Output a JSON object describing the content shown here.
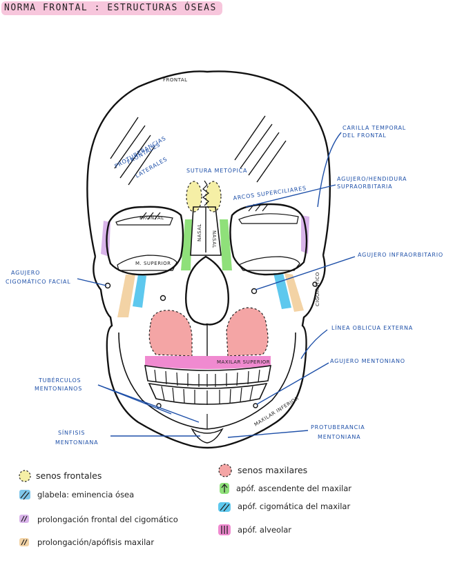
{
  "title": "NORMA FRONTAL : ESTRUCTURAS ÓSEAS",
  "labels": {
    "frontal_top": "FRONTAL",
    "protuberancias_1": "PROTUBERANCIAS",
    "protuberancias_2": "FRONTALES",
    "protuberancias_3": "LATERALES",
    "sutura_metopica": "SUTURA METÓPICA",
    "arcos_superciliares": "ARCOS SUPERCILIARES",
    "carilla_1": "CARILLA TEMPORAL",
    "carilla_2": "DEL FRONTAL",
    "agujero_supra_1": "AGUJERO/HENDIDURA",
    "agujero_supra_2": "SUPRAORBITARIA",
    "agujero_infra": "AGUJERO INFRAORBITARIO",
    "agujero_cigo_1": "AGUJERO",
    "agujero_cigo_2": "CIGOMÁTICO FACIAL",
    "linea_oblicua": "LÍNEA OBLICUA EXTERNA",
    "agujero_mentoniano": "AGUJERO MENTONIANO",
    "tuberculos_1": "TUBÉRCULOS",
    "tuberculos_2": "MENTONIANOS",
    "sinfisis_1": "SÍNFISIS",
    "sinfisis_2": "MENTONIANA",
    "protuberancia_1": "PROTUBERANCIA",
    "protuberancia_2": "MENTONIANA",
    "orbit_frontal": "FRONTAL",
    "orbit_maxsup": "M. SUPERIOR",
    "nasal_l": "NASAL",
    "nasal_r": "NASAL",
    "cigomatico": "CIGOMÁTICO",
    "maxilar_superior": "MAXILAR SUPERIOR",
    "maxilar_inferior": "MAXILAR INFERIOR"
  },
  "legend": [
    {
      "text": "senos frontales",
      "color": "#f5efa6",
      "style": "dashed-circle"
    },
    {
      "text": "glabela: eminencia ósea",
      "color": "#7fc6ea",
      "style": "hatch"
    },
    {
      "text": "prolongación frontal del cigomático",
      "color": "#d9b4ea",
      "style": "hatch"
    },
    {
      "text": "prolongación/apófisis maxilar",
      "color": "#f3d3a5",
      "style": "hatch"
    },
    {
      "text": "senos maxilares",
      "color": "#f4a5a5",
      "style": "dashed-circle"
    },
    {
      "text": "apóf. ascendente del maxilar",
      "color": "#8fe07a",
      "style": "arrow"
    },
    {
      "text": "apóf. cigomática del maxilar",
      "color": "#5ec8ee",
      "style": "hatch"
    },
    {
      "text": "apóf. alveolar",
      "color": "#f08ad0",
      "style": "hatch"
    }
  ],
  "colors": {
    "ink": "#111111",
    "label_blue": "#1d4fa8",
    "title_bg": "#f7c6dc",
    "sinus_frontal": "#f5efa6",
    "sinus_maxilar": "#f4a5a5",
    "nasal_green": "#8fe07a",
    "zygo_blue": "#5ec8ee",
    "alveolar_pink": "#f08ad0",
    "zygo_purple": "#d9b4ea",
    "maxillar_orange": "#f3d3a5"
  }
}
